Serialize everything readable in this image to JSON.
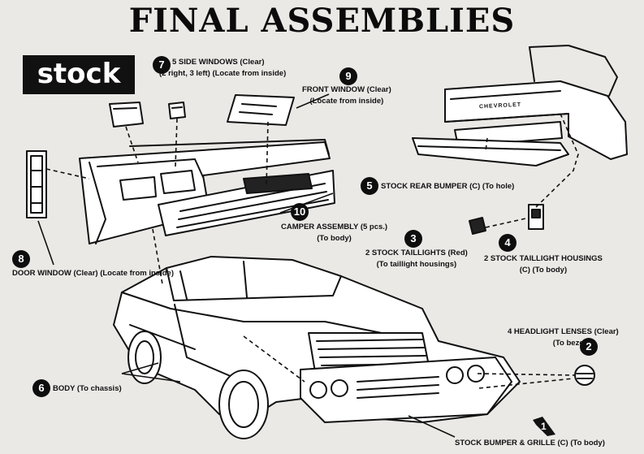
{
  "header": {
    "title": "FINAL ASSEMBLIES",
    "badge": "stock"
  },
  "callouts": [
    {
      "number": "7",
      "line1": "5 SIDE WINDOWS (Clear)",
      "line2": "(2 right, 3 left) (Locate from inside)"
    },
    {
      "number": "9",
      "line1": "FRONT WINDOW (Clear)",
      "line2": "(Locate from inside)"
    },
    {
      "number": "5",
      "line1": "STOCK REAR BUMPER (C) (To hole)"
    },
    {
      "number": "10",
      "line1": "CAMPER ASSEMBLY (5 pcs.)",
      "line2": "(To body)"
    },
    {
      "number": "3",
      "line1": "2 STOCK TAILLIGHTS (Red)",
      "line2": "(To taillight housings)"
    },
    {
      "number": "4",
      "line1": "2 STOCK TAILLIGHT HOUSINGS",
      "line2": "(C) (To body)"
    },
    {
      "number": "8",
      "line1": "DOOR WINDOW (Clear) (Locate from inside)"
    },
    {
      "number": "2",
      "line1": "4 HEADLIGHT LENSES (Clear)",
      "line2": "(To bezels)"
    },
    {
      "number": "6",
      "line1": "BODY (To chassis)"
    },
    {
      "number": "1",
      "line1": "STOCK BUMPER & GRILLE (C) (To body)"
    }
  ],
  "tailgate_text": "CHEVROLET",
  "colors": {
    "ink": "#111111",
    "paper": "#ebe9e6"
  }
}
